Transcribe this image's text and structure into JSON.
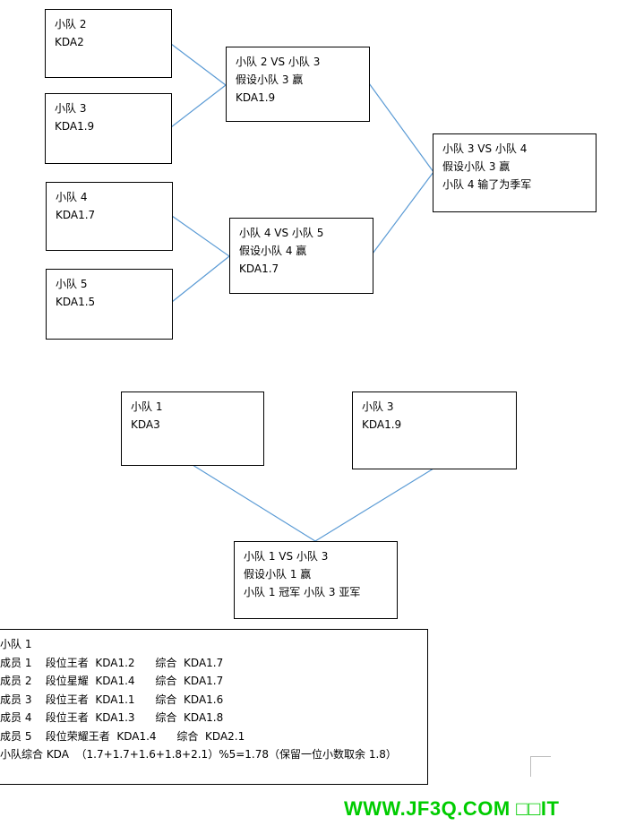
{
  "bracket": {
    "team2": {
      "name": "小队 2",
      "kda": "KDA2"
    },
    "team3": {
      "name": "小队 3",
      "kda": "KDA1.9"
    },
    "team4": {
      "name": "小队 4",
      "kda": "KDA1.7"
    },
    "team5": {
      "name": "小队 5",
      "kda": "KDA1.5"
    },
    "match_2v3": {
      "title": "小队 2 VS  小队 3",
      "result": "假设小队 3 赢",
      "kda": "KDA1.9"
    },
    "match_4v5": {
      "title": "小队 4 VS  小队 5",
      "result": "假设小队 4 赢",
      "kda": "KDA1.7"
    },
    "match_3v4": {
      "title": "小队 3 VS  小队 4",
      "result": "假设小队 3 赢",
      "note": "小队 4 输了为季军"
    }
  },
  "final": {
    "team1": {
      "name": "小队 1",
      "kda": "KDA3"
    },
    "team3": {
      "name": "小队 3",
      "kda": "KDA1.9"
    },
    "match_1v3": {
      "title": "小队 1 VS  小队 3",
      "result": "假设小队 1 赢",
      "note": "小队 1 冠军  小队 3 亚军"
    }
  },
  "summary": {
    "title": "小队 1",
    "members": [
      "成员 1    段位王者  KDA1.2      综合  KDA1.7",
      "成员 2    段位星耀  KDA1.4      综合  KDA1.7",
      "成员 3    段位王者  KDA1.1      综合  KDA1.6",
      "成员 4    段位王者  KDA1.3      综合  KDA1.8",
      "成员 5    段位荣耀王者  KDA1.4      综合  KDA2.1"
    ],
    "formula": "小队综合 KDA  （1.7+1.7+1.6+1.8+2.1）%5=1.78（保留一位小数取余 1.8）"
  },
  "watermark": {
    "text": "WWW.JF3Q.COM □□IT",
    "color": "#00cc00"
  },
  "colors": {
    "connector": "#5b9bd5",
    "border": "#000000"
  }
}
